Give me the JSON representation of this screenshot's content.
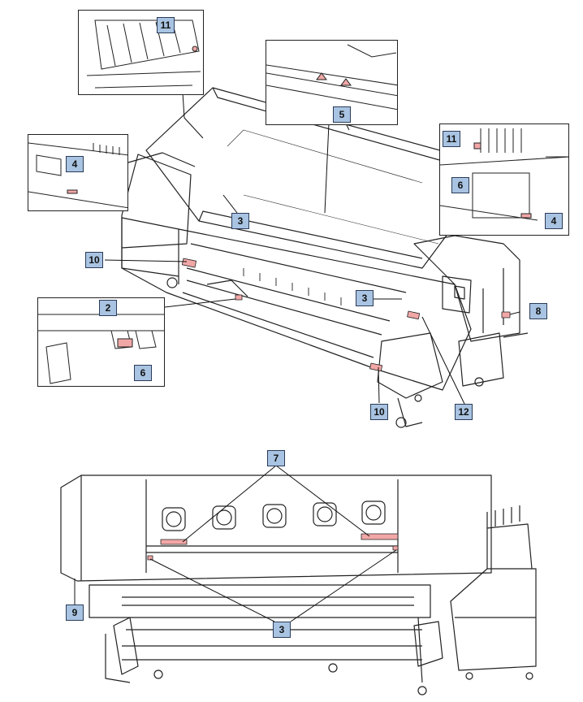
{
  "colors": {
    "callout_bg": "#a9c4e2",
    "label_pink": "#f2a7a7",
    "line": "#222222"
  },
  "callouts": {
    "c11_top": "11",
    "c5": "5",
    "c11_right": "11",
    "c4_left": "4",
    "c6_right": "6",
    "c4_right": "4",
    "c3_left": "3",
    "c10_left": "10",
    "c3_mid": "3",
    "c2": "2",
    "c6_left": "6",
    "c8": "8",
    "c10_bottom": "10",
    "c12": "12",
    "c7": "7",
    "c9": "9",
    "c3_bottom": "3"
  }
}
